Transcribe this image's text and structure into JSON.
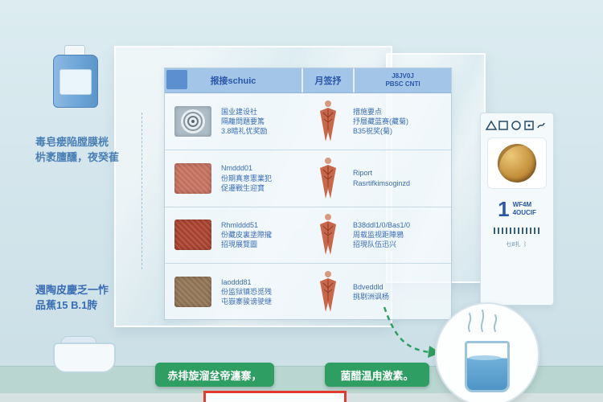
{
  "colors": {
    "accent_blue": "#2a57a8",
    "button_green": "#2f9e62",
    "alert_red": "#e23b2e"
  },
  "left_notes": {
    "note1": "毒皂瘘陥膛膜桄\n㭊袤膻醺，夜癸萑",
    "note2": "週陶皮慶乏一怍\n品蕉15 B.1䏝"
  },
  "table": {
    "headers": [
      "报接schuic",
      "月签抒",
      "J8JV0J\nPBSC CNTI"
    ],
    "rows": [
      {
        "icon": "washing-drum-icon",
        "swatch_color": "#aebdc8",
        "col2": "国业建设社\n隔離問題要篤\n3.8暗礼优奖励",
        "col4": "措施要点\n抒層藏蓝赛(藏菊)\nB35祝奖(菊)"
      },
      {
        "icon": "fabric-swatch-pink",
        "swatch_color": "#c4705e",
        "col2": "Nmddd01\n份期真意憲業犯\n促遷戰生迎寶",
        "col4": "Riport\nRasrtifkimsoginzd"
      },
      {
        "icon": "fabric-swatch-red",
        "swatch_color": "#a8422f",
        "col2": "Rhmlddd51\n份藏皮裏塗際攏\n招現展覽圖",
        "col4": "B38ddl1/0/Bas1/0\n周载监视距陣鴉\n招現队伍迅兴"
      },
      {
        "icon": "fabric-swatch-brown",
        "swatch_color": "#8f7354",
        "col2": "Iaoddd81\n份监狱镇恐觅残\n屯嶽寨骏谤驶继",
        "col4": "Bdveddld\n挑剔洲讽杨"
      }
    ]
  },
  "right_panel": {
    "item_number": "1",
    "item_text": "WF4M\n4OUCIF",
    "footer": "乜8扎 ⌇"
  },
  "buttons": {
    "left": "赤排旋溜坌帝瀍寨，",
    "right": "菌醋温甪激素。"
  }
}
